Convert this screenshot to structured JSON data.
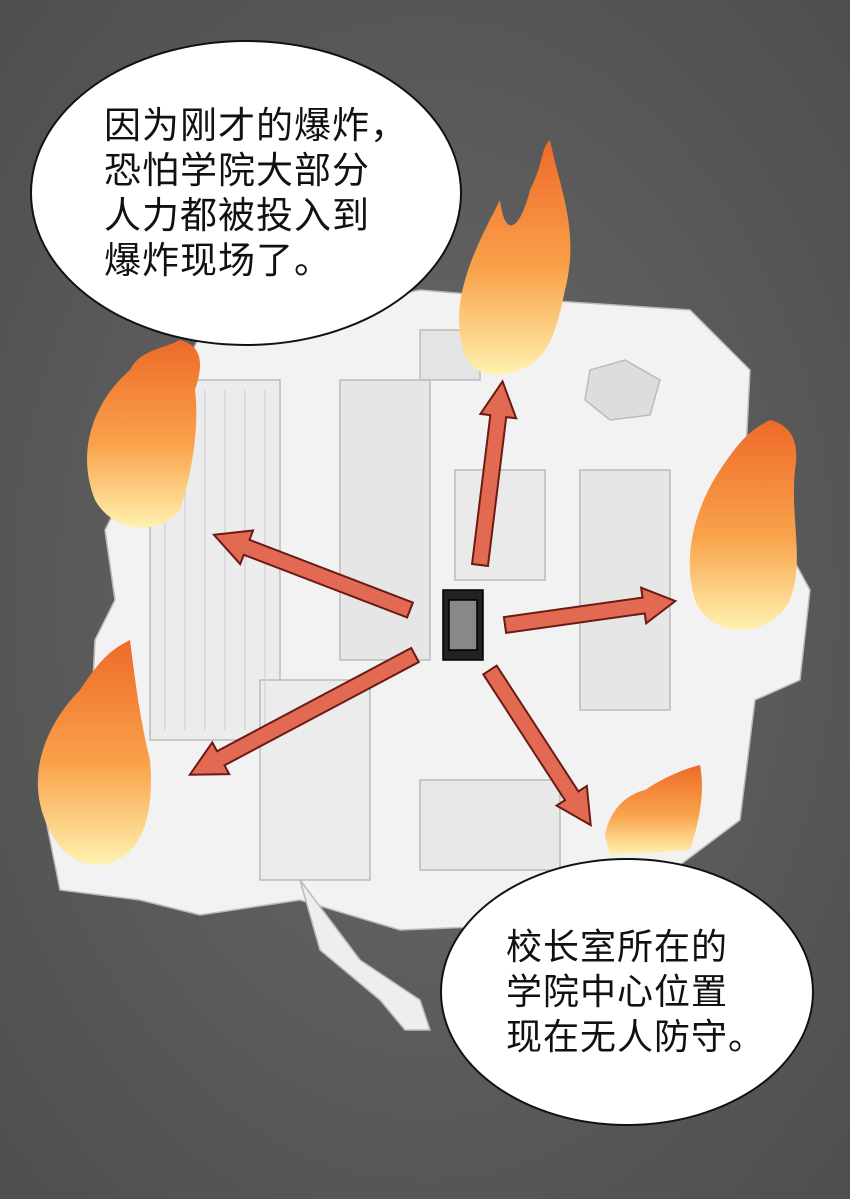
{
  "bubble_top": {
    "lines": [
      "因为刚才的爆炸，",
      "恐怕学院大部分",
      "人力都被投入到",
      "爆炸现场了。"
    ]
  },
  "bubble_bottom": {
    "lines": [
      "校长室所在的",
      "学院中心位置",
      "现在无人防守。"
    ]
  },
  "colors": {
    "background": "#5b5b5b",
    "building": "#f2f2f2",
    "arrow": "#d9463a",
    "flame": "#f7913a"
  }
}
